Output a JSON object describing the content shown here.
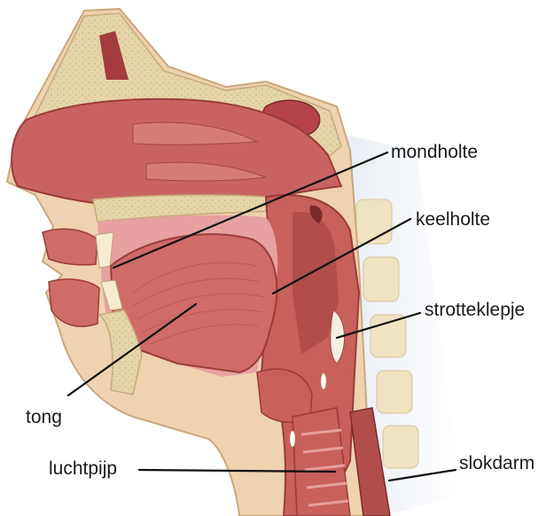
{
  "labels": {
    "mondholte": "mondholte",
    "keelholte": "keelholte",
    "strotteklepje": "strotteklepje",
    "tong": "tong",
    "luchtpijp": "luchtpijp",
    "slokdarm": "slokdarm"
  },
  "colors": {
    "tissue": "#c8605c",
    "tissue_dark": "#9a3c3a",
    "tissue_light": "#e7a1a0",
    "bone": "#e4d3a8",
    "skin": "#f2d6b8",
    "leader_line": "#111111"
  }
}
